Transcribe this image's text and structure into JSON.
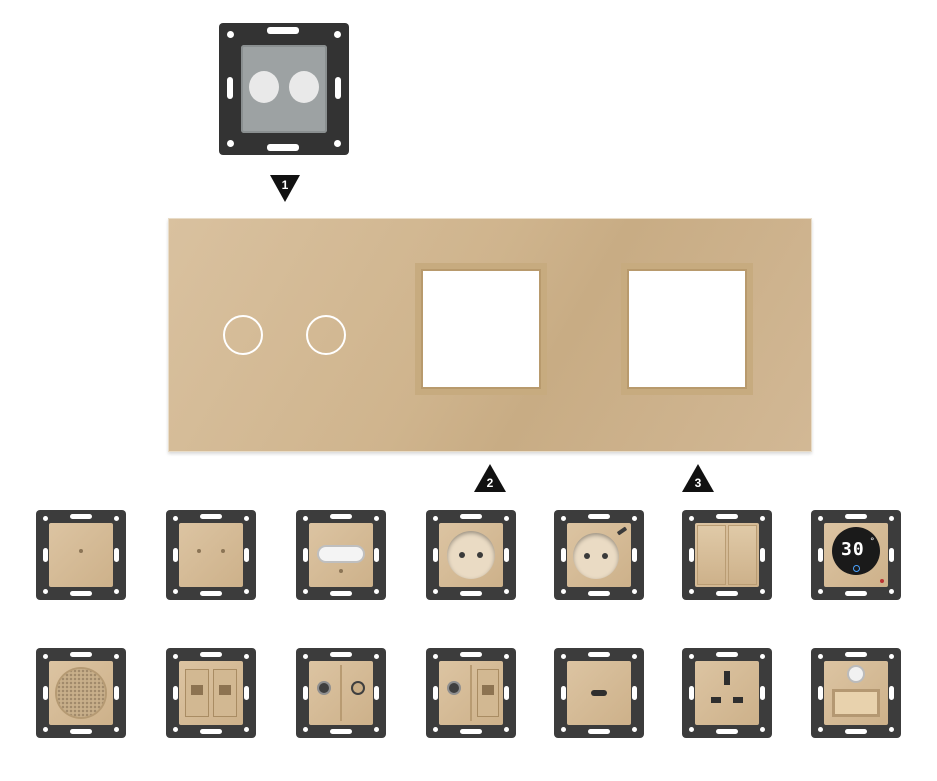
{
  "markers": [
    "1",
    "2",
    "3"
  ],
  "colors": {
    "panel": "#d2b895",
    "frame": "#3c3c3c",
    "module": "#d6bd98",
    "marker": "#111111",
    "thermostat_screen": "#1a1a1a",
    "thermostat_digits": "#ffffff"
  },
  "thermostat": {
    "display": "30",
    "unit": "°"
  },
  "modules_row1": [
    "touch-switch-1-gang",
    "touch-switch-2-gang",
    "doorbell-module",
    "schuko-socket",
    "schuko-socket-usb",
    "push-switch-2-gang",
    "thermostat"
  ],
  "modules_row2": [
    "speaker",
    "rj45-double",
    "tv-sat-double",
    "tv-rj45",
    "usb-c-charger",
    "uk-socket",
    "night-light-sensor"
  ]
}
